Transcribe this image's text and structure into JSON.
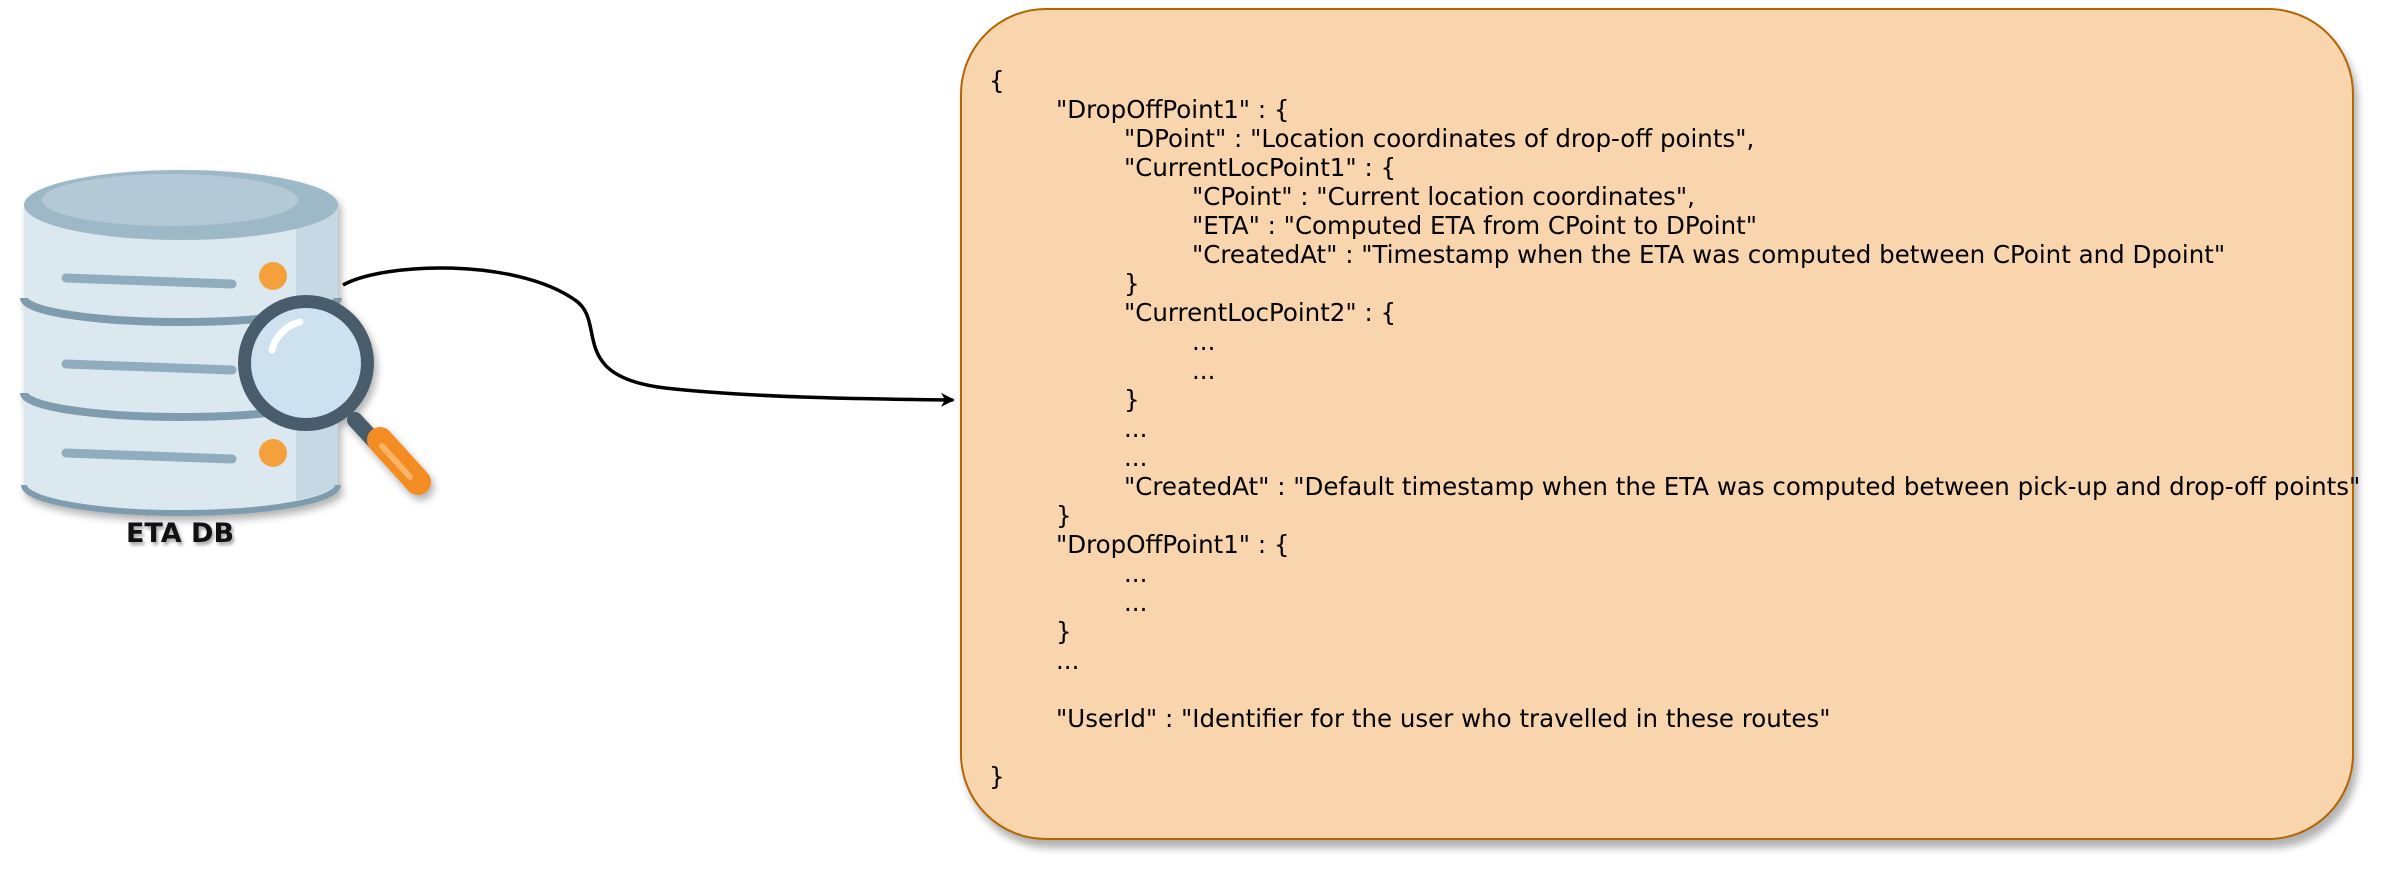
{
  "database": {
    "label": "ETA DB",
    "icon": "database-search-icon",
    "colors": {
      "body": "#dce8ef",
      "top": "#9db8c7",
      "stripe": "#7e9cad",
      "dot": "#f4a13c",
      "magnifier_rim": "#4a5b6c",
      "magnifier_glass": "#cde1ef",
      "handle": "#f38c24"
    }
  },
  "connector": {
    "icon": "arrow-icon",
    "color": "#000000"
  },
  "json_box": {
    "fill": "#f8d5ac",
    "stroke": "#b46504",
    "lines": [
      {
        "text": "{",
        "indent": 0
      },
      {
        "text": "\"DropOffPoint1\" : {",
        "indent": 1
      },
      {
        "text": "\"DPoint\" : \"Location coordinates of drop-off points\",",
        "indent": 2
      },
      {
        "text": "\"CurrentLocPoint1\" : {",
        "indent": 2
      },
      {
        "text": "\"CPoint\" : \"Current location coordinates\",",
        "indent": 3
      },
      {
        "text": "\"ETA\" : \"Computed ETA from CPoint to DPoint\"",
        "indent": 3
      },
      {
        "text": "\"CreatedAt\" : \"Timestamp when the ETA was computed between CPoint and Dpoint\"",
        "indent": 3
      },
      {
        "text": "}",
        "indent": 2
      },
      {
        "text": "\"CurrentLocPoint2\" : {",
        "indent": 2
      },
      {
        "text": "...",
        "indent": 3
      },
      {
        "text": "...",
        "indent": 3
      },
      {
        "text": "}",
        "indent": 2
      },
      {
        "text": "...",
        "indent": 2
      },
      {
        "text": "...",
        "indent": 2
      },
      {
        "text": "\"CreatedAt\" : \"Default timestamp when the ETA was computed between pick-up and drop-off points\"",
        "indent": 2
      },
      {
        "text": "}",
        "indent": 1
      },
      {
        "text": "\"DropOffPoint1\" : {",
        "indent": 1
      },
      {
        "text": "...",
        "indent": 2
      },
      {
        "text": "...",
        "indent": 2
      },
      {
        "text": "}",
        "indent": 1
      },
      {
        "text": "...",
        "indent": 1
      },
      {
        "text": "",
        "indent": 1
      },
      {
        "text": "\"UserId\" : \"Identifier for the user who travelled in these routes\"",
        "indent": 1
      },
      {
        "text": "",
        "indent": 0
      },
      {
        "text": "}",
        "indent": 0
      }
    ]
  }
}
